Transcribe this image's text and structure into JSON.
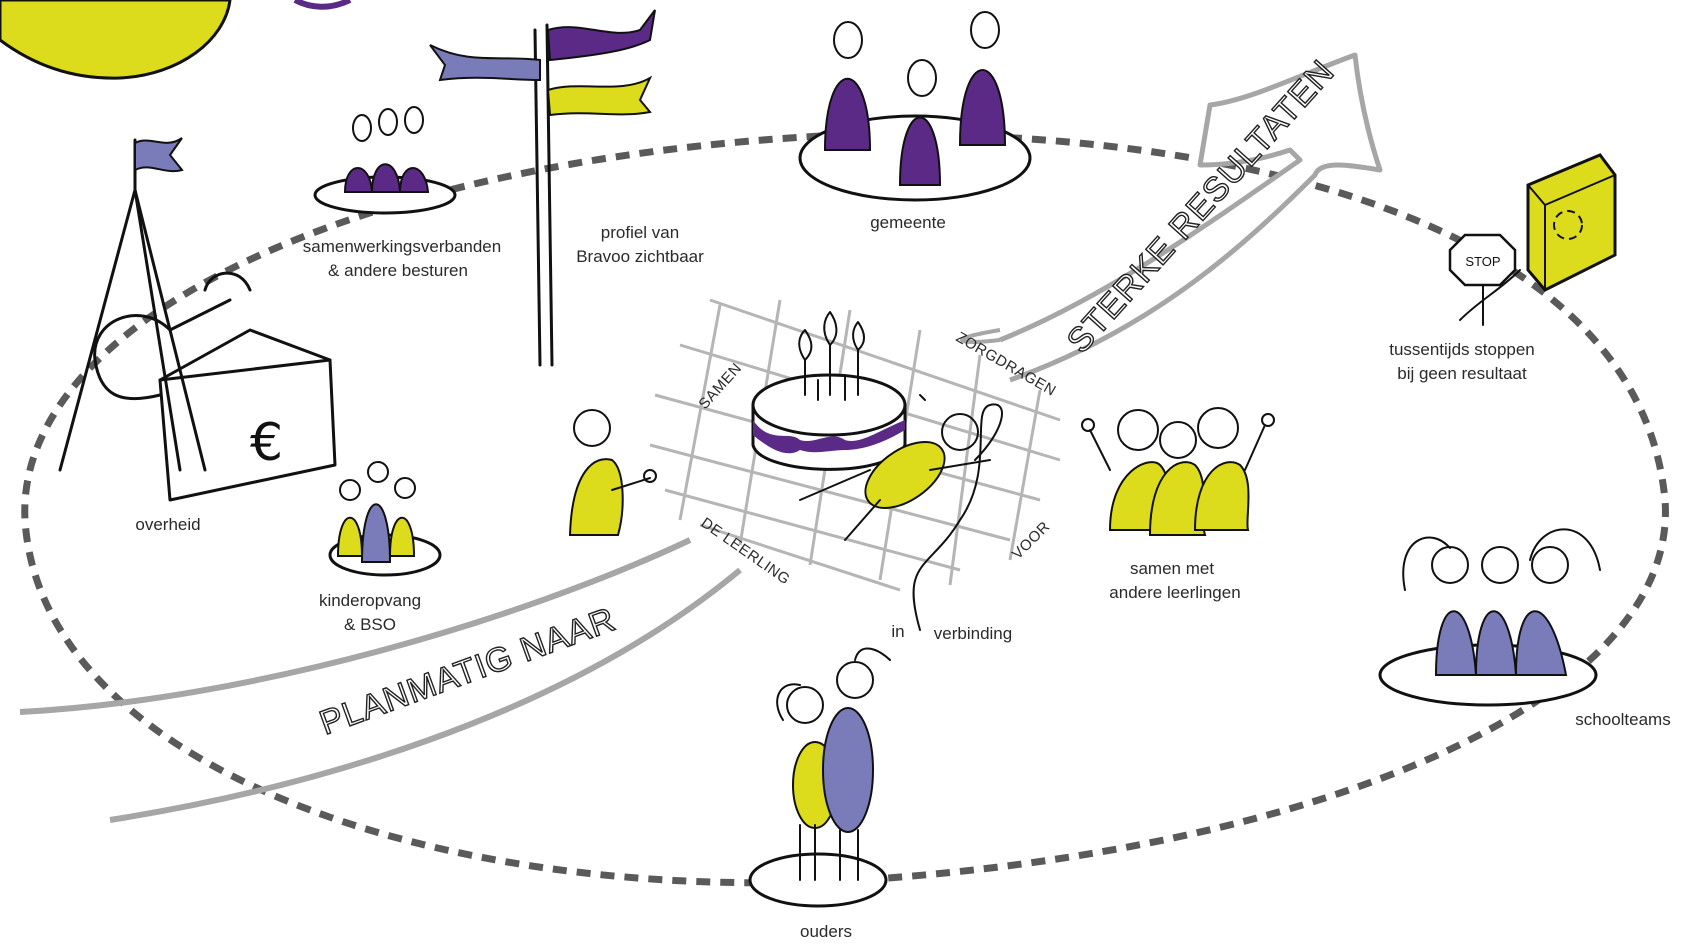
{
  "colors": {
    "yellow": "#dcdc1c",
    "purple": "#5b2a86",
    "blue": "#7a7cba",
    "grey": "#a6a6a6",
    "dash": "#5a5a5a"
  },
  "labels": {
    "overheid": "overheid",
    "samenwerking_1": "samenwerkingsverbanden",
    "samenwerking_2": "& andere besturen",
    "profiel_1": "profiel van",
    "profiel_2": "Bravoo zichtbaar",
    "gemeente": "gemeente",
    "stoppen_1": "tussentijds stoppen",
    "stoppen_2": "bij geen resultaat",
    "stop_sign": "STOP",
    "kinderopvang_1": "kinderopvang",
    "kinderopvang_2": "& BSO",
    "samen_met_1": "samen met",
    "samen_met_2": "andere leerlingen",
    "schoolteams": "schoolteams",
    "ouders": "ouders",
    "in": "in",
    "verbinding": "verbinding",
    "euro": "€"
  },
  "net_words": {
    "samen": "SAMEN",
    "zorgdragen": "ZORGDRAGEN",
    "de_leerling": "DE LEERLING",
    "voor": "VOOR"
  },
  "arrows": {
    "sterke": "STERKE RESULTATEN",
    "planmatig": "PLANMATIG NAAR"
  }
}
